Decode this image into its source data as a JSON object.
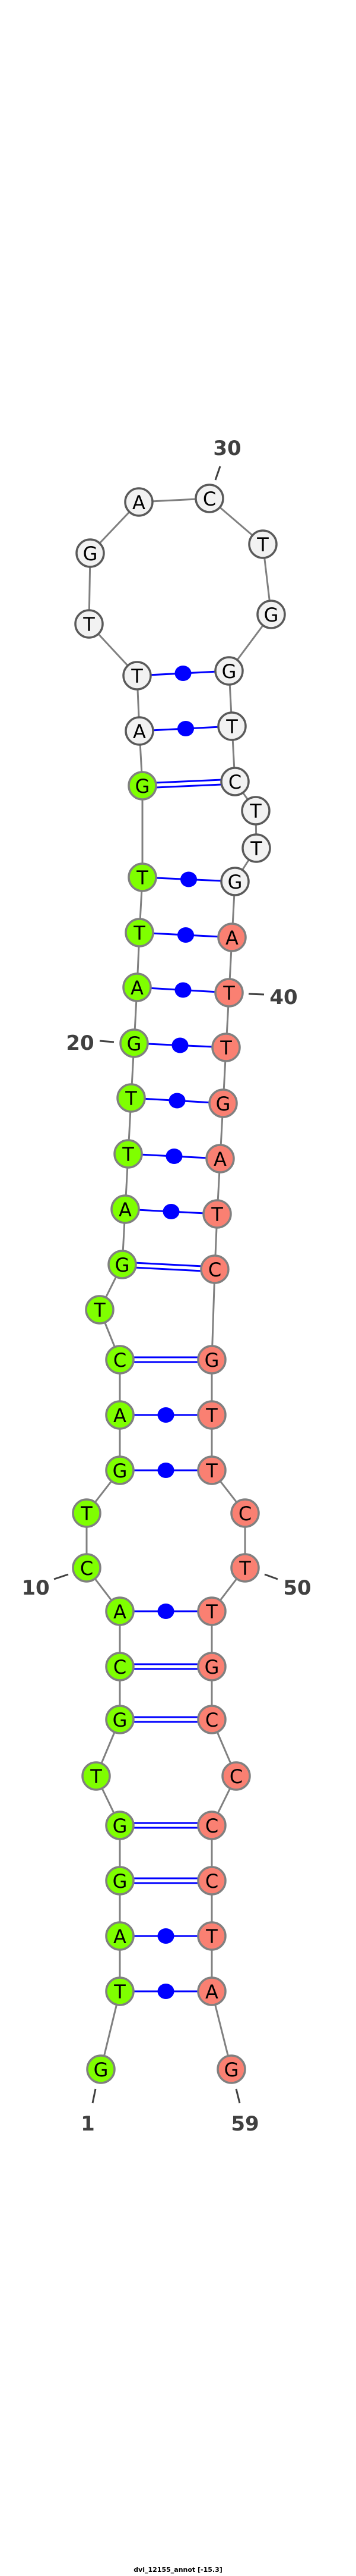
{
  "structure": {
    "sequence": "GTAGGTGCACTGACTGATTGATTGATTGACTGGTCTTGATTGATCGTTCTTGCCCCTAG",
    "pairs": [
      [
        26,
        33,
        "dot"
      ],
      [
        25,
        34,
        "dot"
      ],
      [
        24,
        35,
        "double"
      ],
      [
        23,
        38,
        "dot"
      ],
      [
        22,
        39,
        "dot"
      ],
      [
        21,
        40,
        "dot"
      ],
      [
        20,
        41,
        "dot"
      ],
      [
        19,
        42,
        "dot"
      ],
      [
        18,
        43,
        "dot"
      ],
      [
        17,
        44,
        "dot"
      ],
      [
        16,
        45,
        "double"
      ],
      [
        14,
        46,
        "double"
      ],
      [
        13,
        47,
        "dot"
      ],
      [
        12,
        48,
        "dot"
      ],
      [
        9,
        51,
        "dot"
      ],
      [
        8,
        52,
        "double"
      ],
      [
        7,
        53,
        "double"
      ],
      [
        5,
        55,
        "double"
      ],
      [
        4,
        56,
        "double"
      ],
      [
        3,
        57,
        "dot"
      ],
      [
        2,
        58,
        "dot"
      ]
    ],
    "regions": [
      {
        "from": 1,
        "to": 24,
        "color": "#7fff00"
      },
      {
        "from": 25,
        "to": 38,
        "color": "#f2f2f2"
      },
      {
        "from": 39,
        "to": 59,
        "color": "#fa8072"
      }
    ],
    "position_labels": [
      "1",
      "10",
      "20",
      "30",
      "40",
      "50",
      "59"
    ]
  },
  "colors": {
    "backbone": "#808080",
    "pair": "#0000ff",
    "label": "#404040"
  },
  "caption": "dvi_12155_annot [-15.3]"
}
